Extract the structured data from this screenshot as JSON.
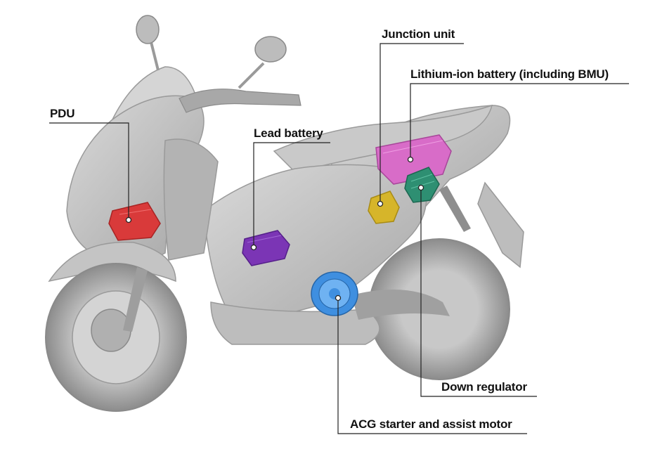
{
  "labels": {
    "pdu": "PDU",
    "lead_battery": "Lead battery",
    "junction_unit": "Junction unit",
    "lithium_battery": "Lithium-ion battery (including BMU)",
    "down_regulator": "Down regulator",
    "acg_motor": "ACG starter and assist motor"
  },
  "colors": {
    "background": "#ffffff",
    "scooter_body": "#b8b8b8",
    "scooter_dark": "#8a8a8a",
    "leader_line": "#222222",
    "pdu": "#d93a3a",
    "lead_battery": "#7b35b5",
    "junction_unit": "#d6b52a",
    "lithium_battery": "#d86cc8",
    "down_regulator": "#2e8f72",
    "acg_motor": "#3f8fe0"
  }
}
